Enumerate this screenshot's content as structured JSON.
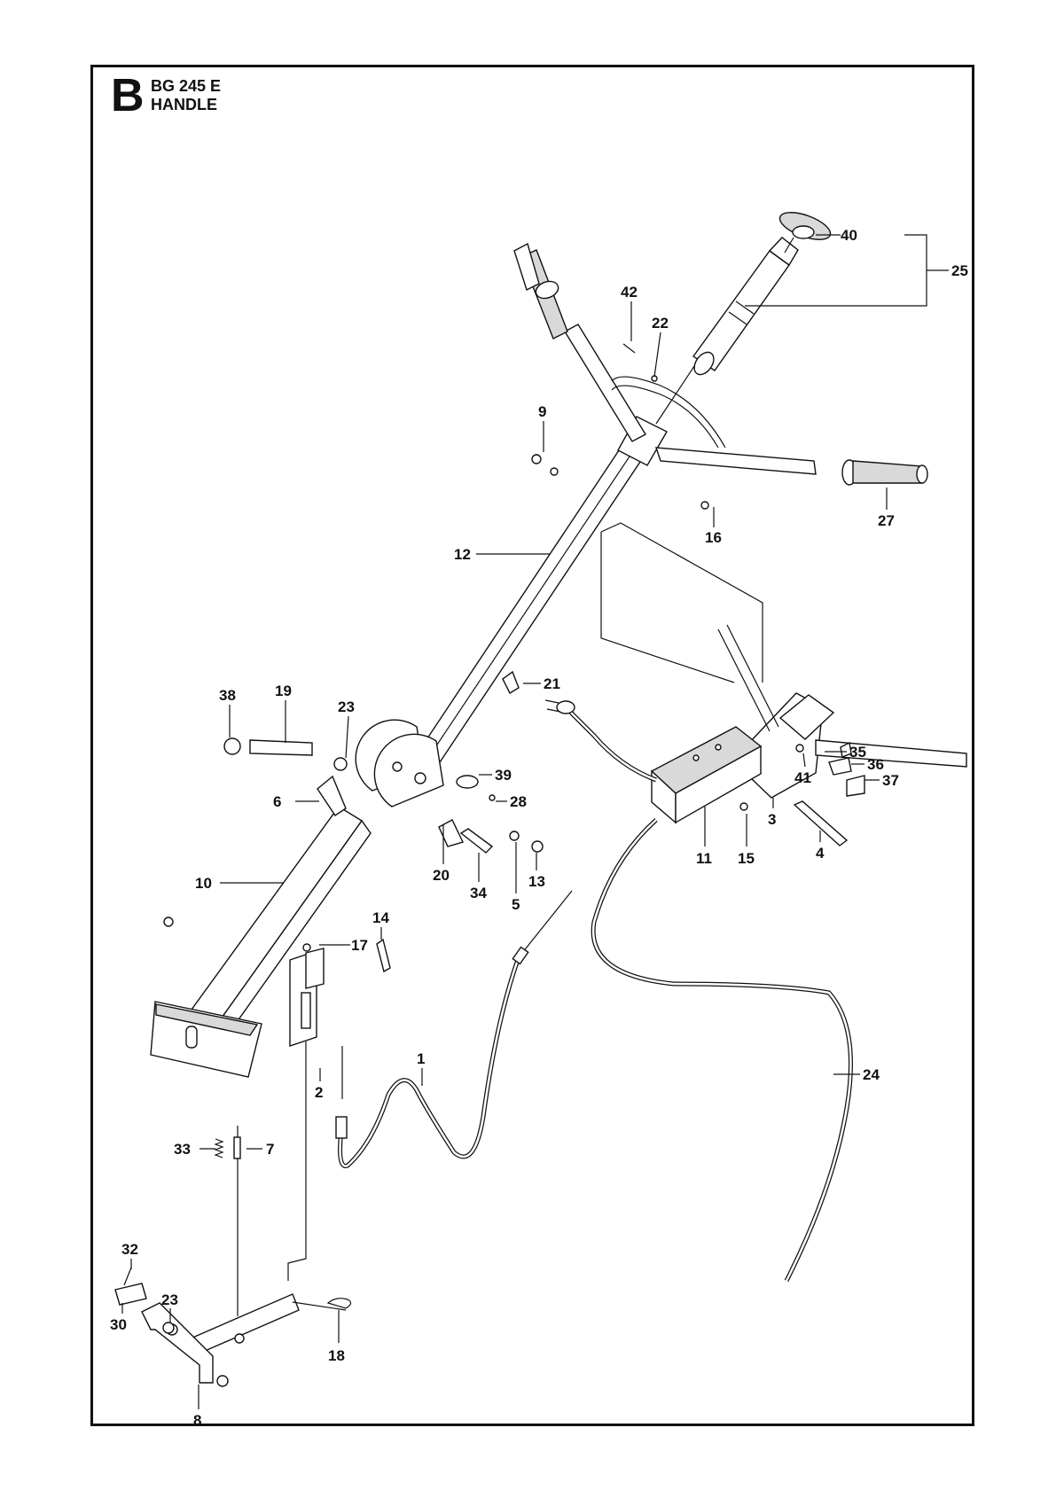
{
  "section_letter": "B",
  "title": {
    "model": "BG 245 E",
    "name": "HANDLE"
  },
  "callouts": [
    {
      "id": "c40",
      "text": "40"
    },
    {
      "id": "c25",
      "text": "25"
    },
    {
      "id": "c42",
      "text": "42"
    },
    {
      "id": "c22",
      "text": "22"
    },
    {
      "id": "c9",
      "text": "9"
    },
    {
      "id": "c16",
      "text": "16"
    },
    {
      "id": "c27",
      "text": "27"
    },
    {
      "id": "c12",
      "text": "12"
    },
    {
      "id": "c21",
      "text": "21"
    },
    {
      "id": "c38",
      "text": "38"
    },
    {
      "id": "c19",
      "text": "19"
    },
    {
      "id": "c23a",
      "text": "23"
    },
    {
      "id": "c39",
      "text": "39"
    },
    {
      "id": "c28",
      "text": "28"
    },
    {
      "id": "c6",
      "text": "6"
    },
    {
      "id": "c35",
      "text": "35"
    },
    {
      "id": "c36",
      "text": "36"
    },
    {
      "id": "c37",
      "text": "37"
    },
    {
      "id": "c41",
      "text": "41"
    },
    {
      "id": "c3",
      "text": "3"
    },
    {
      "id": "c11",
      "text": "11"
    },
    {
      "id": "c15",
      "text": "15"
    },
    {
      "id": "c4",
      "text": "4"
    },
    {
      "id": "c10",
      "text": "10"
    },
    {
      "id": "c20",
      "text": "20"
    },
    {
      "id": "c34",
      "text": "34"
    },
    {
      "id": "c5",
      "text": "5"
    },
    {
      "id": "c13",
      "text": "13"
    },
    {
      "id": "c14",
      "text": "14"
    },
    {
      "id": "c17",
      "text": "17"
    },
    {
      "id": "c1",
      "text": "1"
    },
    {
      "id": "c24",
      "text": "24"
    },
    {
      "id": "c2",
      "text": "2"
    },
    {
      "id": "c33",
      "text": "33"
    },
    {
      "id": "c7",
      "text": "7"
    },
    {
      "id": "c32",
      "text": "32"
    },
    {
      "id": "c23b",
      "text": "23"
    },
    {
      "id": "c30",
      "text": "30"
    },
    {
      "id": "c18",
      "text": "18"
    },
    {
      "id": "c8",
      "text": "8"
    }
  ]
}
